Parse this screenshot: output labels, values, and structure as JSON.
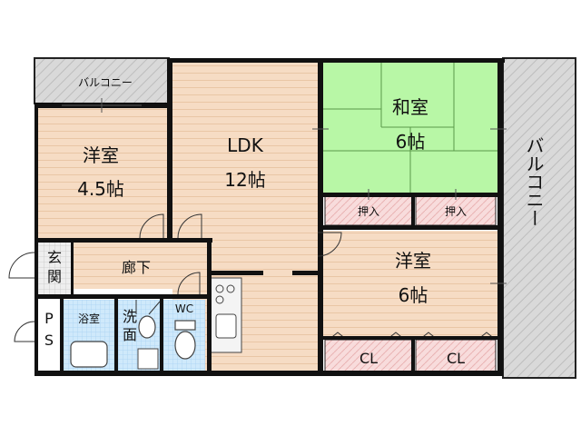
{
  "rooms": {
    "western_small": {
      "name": "洋室",
      "size": "4.5帖"
    },
    "ldk": {
      "name": "LDK",
      "size": "12帖"
    },
    "washitsu": {
      "name": "和室",
      "size": "6帖"
    },
    "western_large": {
      "name": "洋室",
      "size": "6帖"
    }
  },
  "spaces": {
    "balcony_top": "バルコニー",
    "balcony_right": "バルコニー",
    "closet_left": "押入",
    "closet_right": "押入",
    "entrance": "玄関",
    "hallway": "廊下",
    "ps": "PS",
    "bathroom": "浴室",
    "washroom": "洗面",
    "wc": "WC",
    "cl_left": "CL",
    "cl_right": "CL"
  },
  "colors": {
    "wall": "#000000",
    "wood_floor": "#f6dcc4",
    "tatami": "#b8f7a6",
    "closet": "#f6d6d6",
    "balcony": "#d9d9d9",
    "wet_area": "#cfe9fb"
  }
}
